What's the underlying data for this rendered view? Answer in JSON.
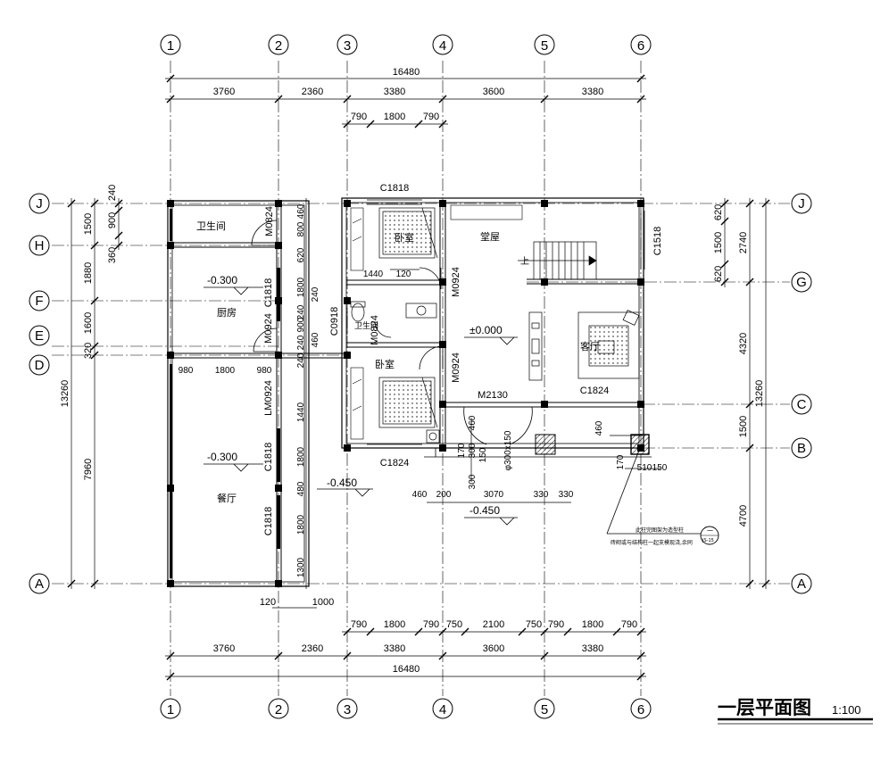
{
  "drawing": {
    "title": "一层平面图",
    "scale": "1:100",
    "axis_columns": [
      "1",
      "2",
      "3",
      "4",
      "5",
      "6"
    ],
    "axis_rows_left": [
      "J",
      "H",
      "F",
      "E",
      "D",
      "A"
    ],
    "axis_rows_right": [
      "J",
      "G",
      "C",
      "B",
      "A"
    ],
    "top_dims": {
      "overall": "16480",
      "spans": [
        "3760",
        "2360",
        "3380",
        "3600",
        "3380"
      ],
      "window": [
        "790",
        "1800",
        "790"
      ]
    },
    "bottom_dims": {
      "openings": [
        "790",
        "1800",
        "790",
        "750",
        "2100",
        "750",
        "790",
        "1800",
        "790"
      ],
      "spans": [
        "3760",
        "2360",
        "3380",
        "3600",
        "3380"
      ],
      "overall": "16480",
      "detail": [
        "120",
        "1000"
      ]
    },
    "left_dims": {
      "overall": "13260",
      "spans": [
        "1500",
        "1880",
        "1600",
        "320",
        "7960"
      ],
      "small": [
        "240",
        "900",
        "360"
      ]
    },
    "right_dims": {
      "overall": "13260",
      "spans": [
        "2740",
        "4320",
        "1500",
        "4700"
      ],
      "small": [
        "620",
        "1500",
        "620"
      ]
    },
    "rooms": {
      "toilet_left": "卫生间",
      "kitchen": "厨房",
      "dining": "餐厅",
      "bed_top": "卧室",
      "bed_bottom": "卧室",
      "toilet_mid": "卫生间",
      "hall": "堂屋",
      "living": "客厅"
    },
    "levels": {
      "kitchen": "-0.300",
      "dining": "-0.300",
      "outside_left": "-0.450",
      "hall": "±0.000",
      "porch": "-0.450"
    },
    "windows": {
      "c1818_top": "C1818",
      "c1518": "C1518",
      "c1818_kitchen": "C1818",
      "c0918": "C0918",
      "c1824_living": "C1824",
      "c1824_bed": "C1824",
      "c1818_dining_a": "C1818",
      "c1818_dining_b": "C1818"
    },
    "doors": {
      "m0824": "M0824",
      "m0924_kitchen": "M0924",
      "m0924_hall": "M0924",
      "m0924_bed": "M0924",
      "m0824_wc": "M0824",
      "lm0924": "LM0924",
      "m2130": "M2130"
    },
    "stair_mark": "上",
    "left_detail_dims": [
      "980",
      "1800",
      "980"
    ],
    "kitchen_wall_dims": [
      "460",
      "800",
      "620",
      "1800",
      "240",
      "900",
      "240",
      "460",
      "240",
      "1440",
      "1800",
      "480",
      "1800",
      "1300",
      "240"
    ],
    "bed_dims": [
      "1440",
      "120"
    ],
    "porch_dims": [
      "460",
      "170",
      "300",
      "150",
      "300",
      "460",
      "200",
      "3070",
      "330",
      "330",
      "460",
      "170",
      "510",
      "150"
    ],
    "column_note": "φ300x150",
    "notes": {
      "line1": "此柱完图架为造型柱",
      "line2": "砖砌或与结构柱一起支模现浇,余同",
      "ref_top": "一",
      "ref_bottom": "JS-15"
    }
  }
}
